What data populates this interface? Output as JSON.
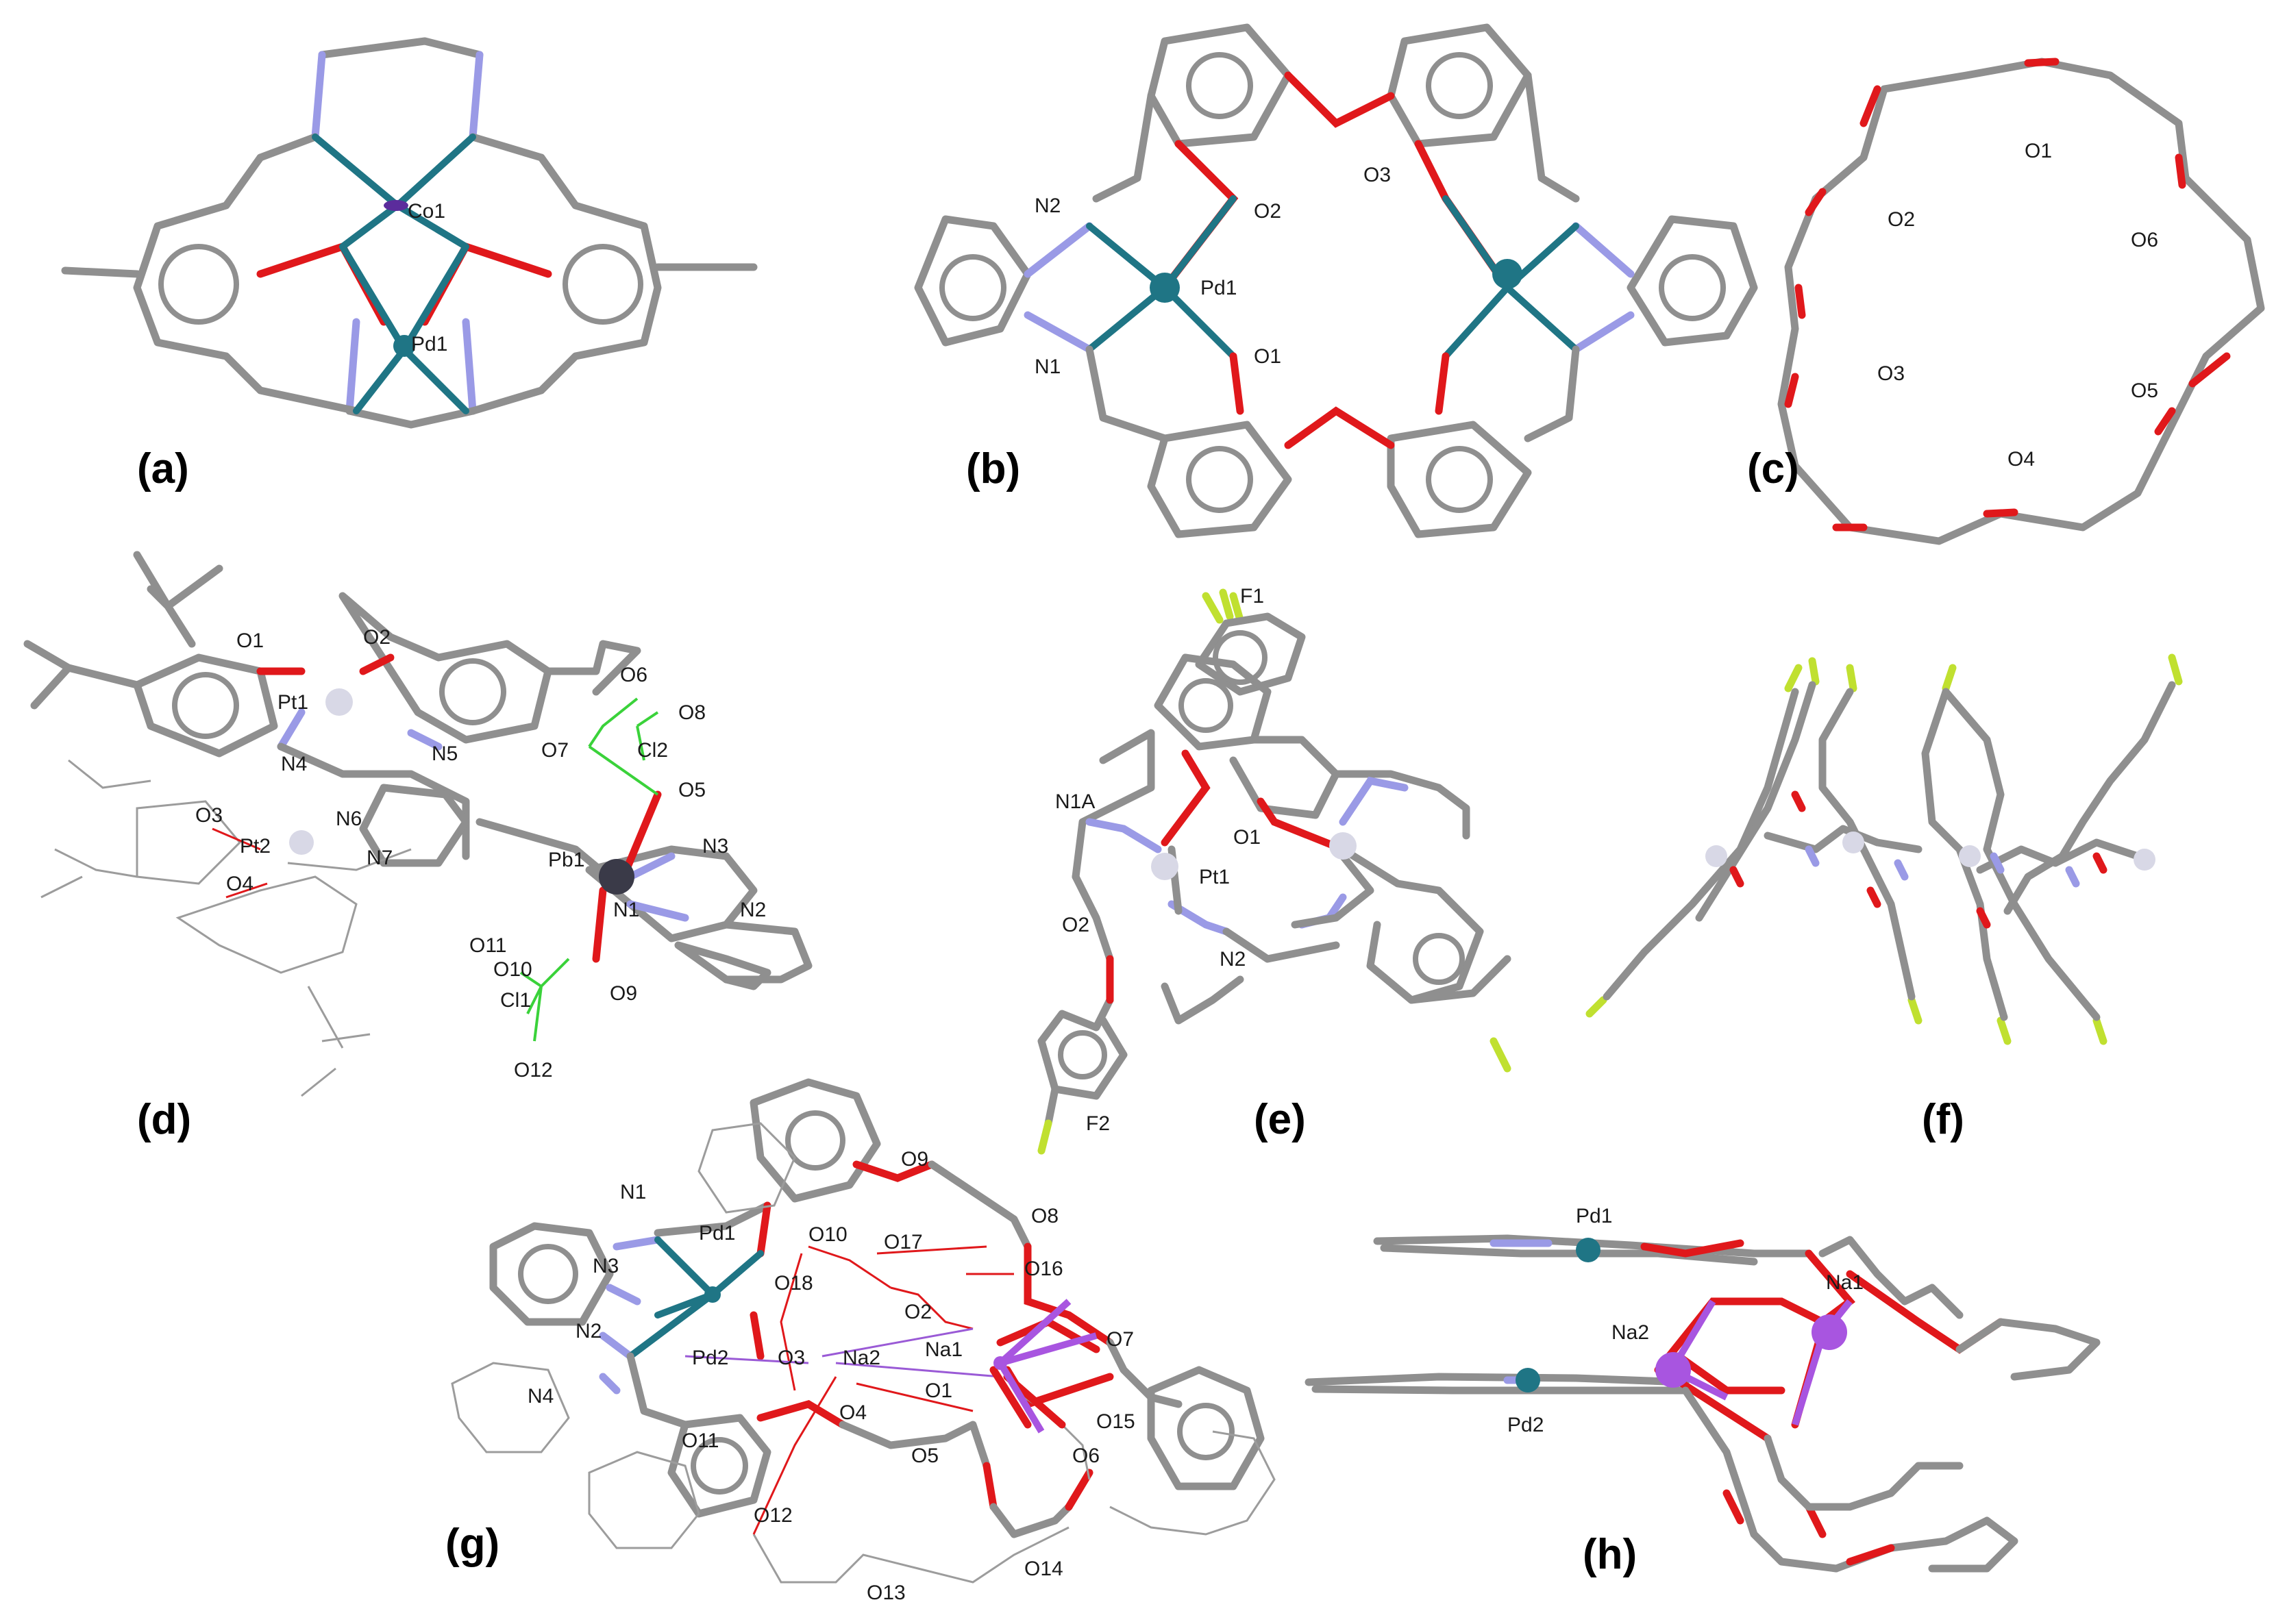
{
  "panels": [
    {
      "id": "a",
      "letter": "(a)",
      "atoms": [
        "Co1",
        "Pd1"
      ]
    },
    {
      "id": "b",
      "letter": "(b)",
      "atoms": [
        "N2",
        "O2",
        "O3",
        "Pd1",
        "N1",
        "O1"
      ]
    },
    {
      "id": "c",
      "letter": "(c)",
      "atoms": [
        "O1",
        "O2",
        "O6",
        "O3",
        "O5",
        "O4"
      ]
    },
    {
      "id": "d",
      "letter": "(d)",
      "atoms": [
        "O1",
        "O2",
        "O6",
        "Pt1",
        "O8",
        "O7",
        "Cl2",
        "N4",
        "N5",
        "O5",
        "O3",
        "N6",
        "Pt2",
        "N3",
        "Pb1",
        "N7",
        "O4",
        "N1",
        "N2",
        "O11",
        "O10",
        "O9",
        "Cl1",
        "O12"
      ]
    },
    {
      "id": "e",
      "letter": "(e)",
      "atoms": [
        "F1",
        "N1A",
        "O1",
        "Pt1",
        "O2",
        "N2",
        "F2"
      ]
    },
    {
      "id": "f",
      "letter": "(f)",
      "atoms": []
    },
    {
      "id": "g",
      "letter": "(g)",
      "atoms": [
        "O9",
        "N1",
        "O8",
        "Pd1",
        "O10",
        "O17",
        "O16",
        "N3",
        "O18",
        "O2",
        "Na1",
        "O7",
        "N2",
        "Pd2",
        "O3",
        "Na2",
        "O1",
        "N4",
        "O4",
        "O15",
        "O11",
        "O5",
        "O6",
        "O12",
        "O13",
        "O14"
      ]
    },
    {
      "id": "h",
      "letter": "(h)",
      "atoms": [
        "Pd1",
        "Na1",
        "Na2",
        "Pd2"
      ]
    }
  ],
  "colors": {
    "carbon": "#8f8f8f",
    "oxygen": "#e0181b",
    "nitrogen": "#9a9ae6",
    "palladium": "#1f7585",
    "platinum": "#d8d8e6",
    "lead": "#3a3a48",
    "sodium": "#a855e0",
    "fluorine": "#c0e030",
    "chlorine": "#3ad23a"
  }
}
